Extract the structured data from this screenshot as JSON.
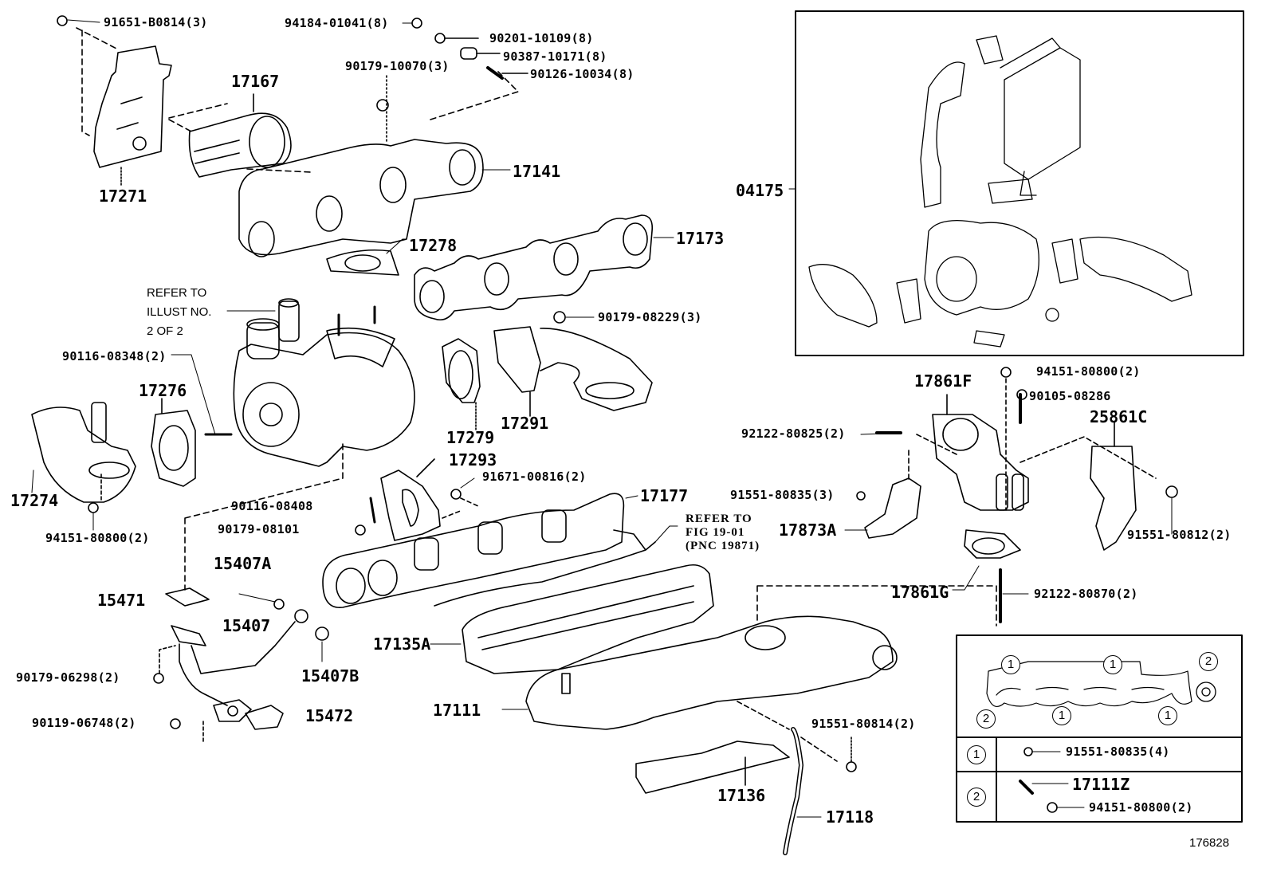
{
  "diagram": {
    "reference_number": "176828",
    "callouts": {
      "p91651_B0814": "91651-B0814(3)",
      "p94184_01041": "94184-01041(8)",
      "p90201_10109": "90201-10109(8)",
      "p90387_10171": "90387-10171(8)",
      "p90126_10034": "90126-10034(8)",
      "p90179_10070": "90179-10070(3)",
      "p17167": "17167",
      "p17271": "17271",
      "p17141": "17141",
      "p17278": "17278",
      "p17173": "17173",
      "p04175": "04175",
      "p90179_08229": "90179-08229(3)",
      "p90116_08348": "90116-08348(2)",
      "p17276": "17276",
      "p17274": "17274",
      "p94151_80800_a": "94151-80800(2)",
      "p17279": "17279",
      "p17291": "17291",
      "p17293": "17293",
      "p91671_00816": "91671-00816(2)",
      "p17177": "17177",
      "p90116_08408": "90116-08408",
      "p90179_08101": "90179-08101",
      "p15407A": "15407A",
      "p15471": "15471",
      "p15407": "15407",
      "p15407B": "15407B",
      "p90179_06298": "90179-06298(2)",
      "p90119_06748": "90119-06748(2)",
      "p15472": "15472",
      "p17135A": "17135A",
      "p17111": "17111",
      "p17136": "17136",
      "p17118": "17118",
      "p91551_80814": "91551-80814(2)",
      "p94151_80800_b": "94151-80800(2)",
      "p17861F": "17861F",
      "p90105_08286": "90105-08286",
      "p25861C": "25861C",
      "p92122_80825": "92122-80825(2)",
      "p91551_80835": "91551-80835(3)",
      "p17873A": "17873A",
      "p91551_80812": "91551-80812(2)",
      "p17861G": "17861G",
      "p92122_80870": "92122-80870(2)"
    },
    "notes": {
      "refer_illust": [
        "REFER TO",
        "ILLUST NO.",
        "2 OF 2"
      ],
      "refer_fig": [
        "REFER TO",
        "FIG 19-01",
        "(PNC 19871)"
      ]
    },
    "legend_table": {
      "diagram_markers": [
        "1",
        "1",
        "2",
        "2",
        "1",
        "1"
      ],
      "rows": [
        {
          "marker": "1",
          "parts": [
            "91551-80835(4)"
          ]
        },
        {
          "marker": "2",
          "parts": [
            "17111Z",
            "94151-80800(2)"
          ]
        }
      ]
    }
  }
}
